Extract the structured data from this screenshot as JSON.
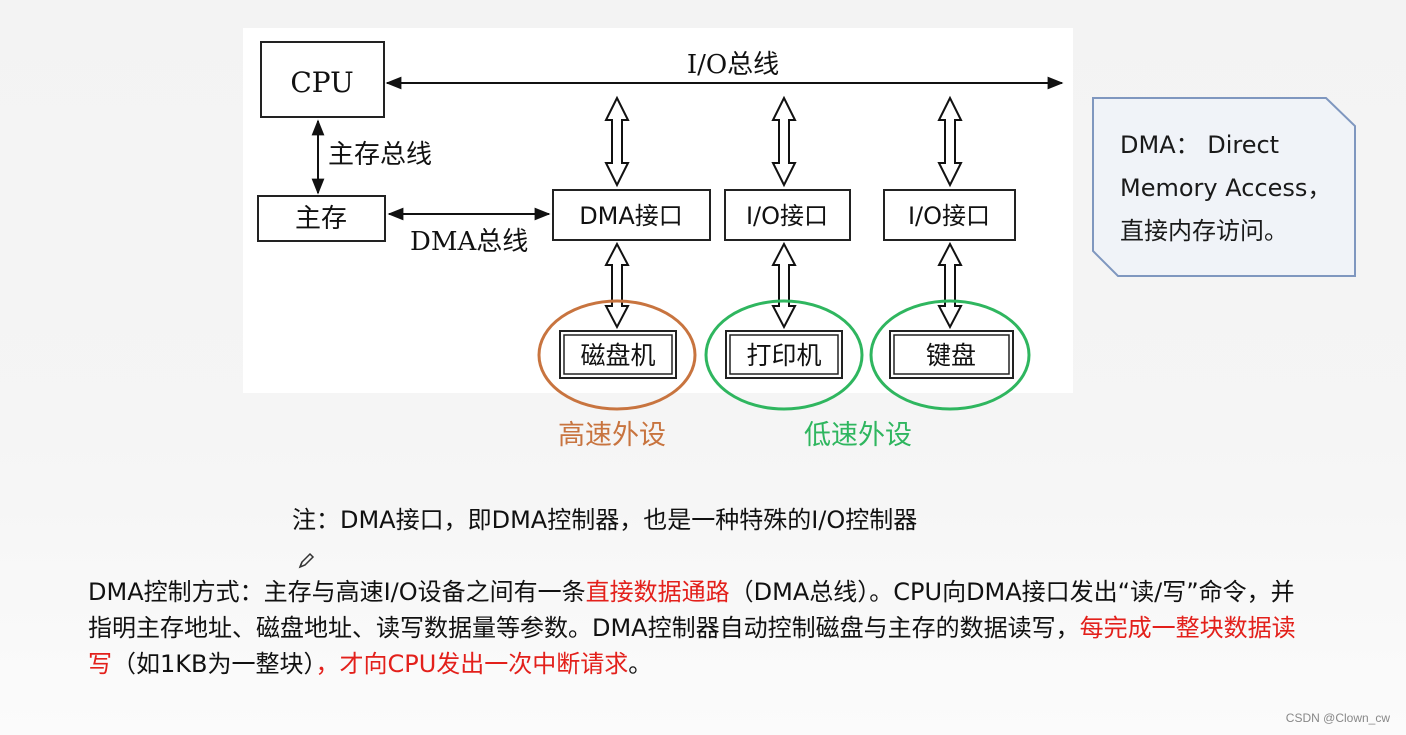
{
  "diagram": {
    "cpu": "CPU",
    "io_bus": "I/O总线",
    "main_bus": "主存总线",
    "main_memory": "主存",
    "dma_bus": "DMA总线",
    "dma_interface": "DMA接口",
    "io_interface_1": "I/O接口",
    "io_interface_2": "I/O接口",
    "disk": "磁盘机",
    "printer": "打印机",
    "keyboard": "键盘",
    "high_speed_label": "高速外设",
    "low_speed_label": "低速外设",
    "colors": {
      "high_speed": "#c8743f",
      "low_speed": "#2fb65f"
    }
  },
  "callout": {
    "text": "DMA： Direct\nMemory Access，\n直接内存访问。"
  },
  "note": "注：DMA接口，即DMA控制器，也是一种特殊的I/O控制器",
  "pen_icon": "pencil-icon",
  "paragraph": {
    "p1": "DMA控制方式：主存与高速I/O设备之间有一条",
    "p1_red": "直接数据通路",
    "p2": "（DMA总线）。CPU向DMA接口发出“读/写”命令，并指明主存地址、磁盘地址、读写数据量等参数。DMA控制器自动控制磁盘与主存的数据读写，",
    "p2_red": "每完成一整块数据读写",
    "p3": "（如1KB为一整块）",
    "p3_red": "，才向CPU发出一次中断请求",
    "p4": "。"
  },
  "watermark": "CSDN @Clown_cw",
  "colors": {
    "highlight": "#e3201b"
  }
}
